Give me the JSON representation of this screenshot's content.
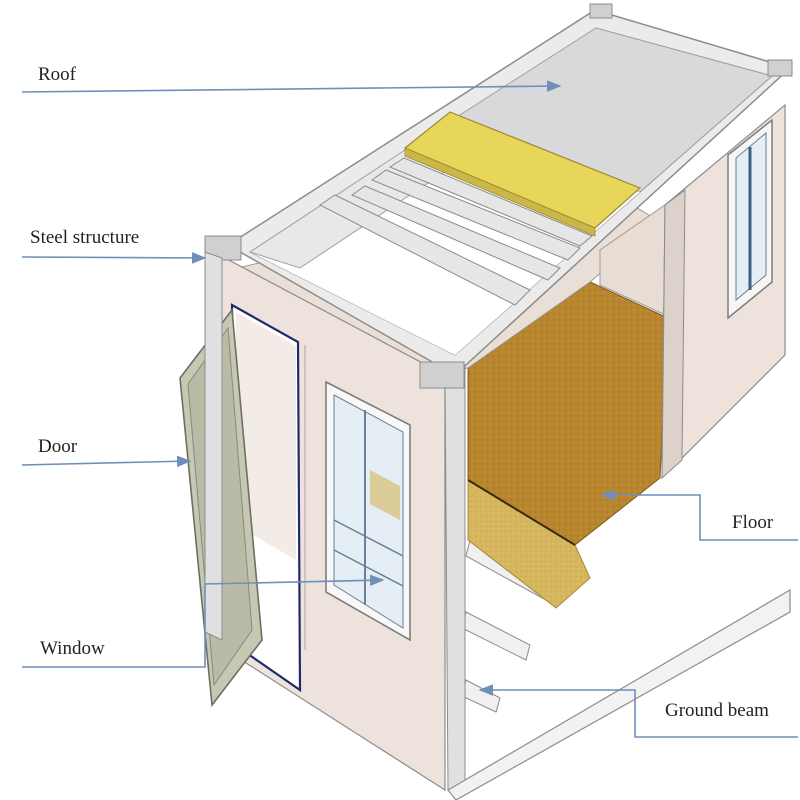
{
  "labels": {
    "roof": "Roof",
    "steel_structure": "Steel structure",
    "door": "Door",
    "window": "Window",
    "floor": "Floor",
    "ground_beam": "Ground beam"
  },
  "colors": {
    "frame": "#ebebeb",
    "frame_edge": "#8c8c8c",
    "roof_panel": "#d9d9db",
    "insulation": "#e8d65a",
    "wall_panel": "#eee3dc",
    "floor_wood": "#b8862e",
    "floor_board": "#d7b75e",
    "door_panel": "#b9bba6",
    "glass": "#e4eef4",
    "leader_line": "#6e8fb8"
  }
}
